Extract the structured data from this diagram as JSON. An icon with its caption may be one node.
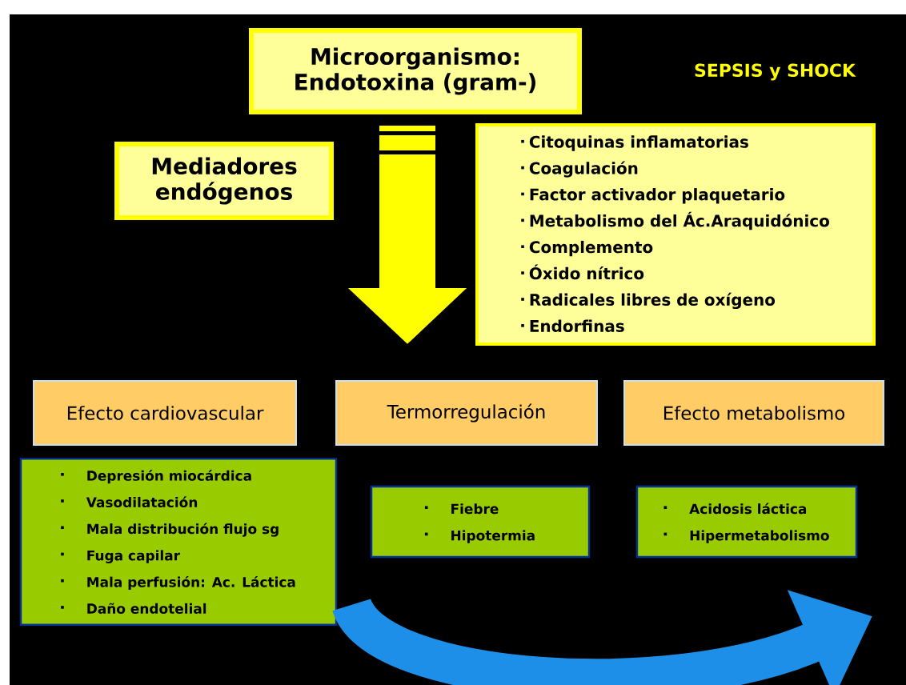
{
  "diagram": {
    "title": "SEPSIS y SHOCK",
    "nodes": [
      {
        "text": [
          "Microorganismo: Endotoxina (gram-)"
        ]
      },
      {
        "text": [
          "Mediadores endógenos"
        ]
      },
      {
        "text": [
          "Citoquinas inflamatorias",
          "Coagulación",
          "Factor activador plaquetario",
          "Metabolismo del Ác.Araquidónico",
          "Complemento",
          "Óxido nítrico",
          "Radicales libres de oxígeno",
          "Endorfinas"
        ]
      },
      {
        "text": [
          "Efecto cardiovascular"
        ]
      },
      {
        "text": [
          "Termorregulación"
        ]
      },
      {
        "text": [
          "Efecto metabolismo"
        ]
      },
      {
        "text": [
          "Depresión miocárdica",
          "Vasodilatación",
          "Mala distribución flujo sg",
          "Fuga capilar",
          "Mala perfusión: Ac. Láctica",
          "Daño endotelial"
        ]
      },
      {
        "text": [
          "Fiebre",
          "Hipotermia"
        ]
      },
      {
        "text": [
          "Acidosis  láctica",
          "Hipermetabolismo"
        ]
      }
    ],
    "edges": [
      {
        "from": 0,
        "to": null,
        "arrow": "to",
        "color": "#ffff00"
      },
      {
        "from": 6,
        "to": null,
        "arrow": "to",
        "color": "#1e8fe8"
      }
    ]
  }
}
